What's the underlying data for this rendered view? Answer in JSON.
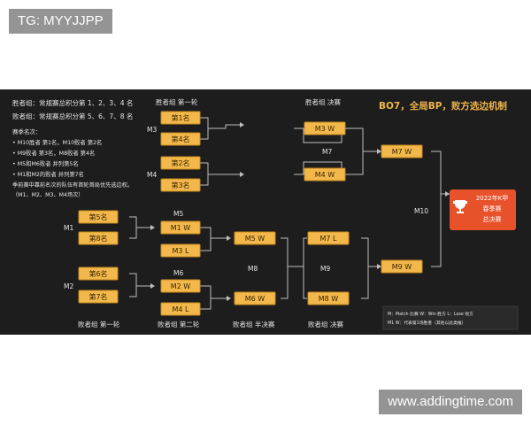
{
  "watermark_top": "TG: MYYJJPP",
  "watermark_bottom": "www.addingtime.com",
  "format_title": "BO7，全局BP，败方选边机制",
  "rules": {
    "winner_group": "胜者组：常规赛总积分第 1、2、3、4 名",
    "loser_group": "败者组：常规赛总积分第 5、6、7、8 名",
    "ranking_title": "赛季名次：",
    "ranking_items": [
      "• M10胜者 第1名，M10败者 第2名",
      "• M9败者 第3名，M8败者 第4名",
      "• M5和M6败者  并列第5名",
      "• M1和M2的败者  并列第7名"
    ],
    "note_line1": "季前赛中靠前名次的队伍有首轮首局优先选边权。",
    "note_line2": "（M1、M2、M3、M4场次）"
  },
  "headers": {
    "winners_r1": "胜者组 第一轮",
    "winners_final": "胜者组 决赛",
    "losers_r1": "败者组 第一轮",
    "losers_r2": "败者组 第二轮",
    "losers_semi": "败者组 半决赛",
    "losers_final": "败者组 决赛"
  },
  "match_labels": {
    "m1": "M1",
    "m2": "M2",
    "m3": "M3",
    "m4": "M4",
    "m5": "M5",
    "m6": "M6",
    "m7": "M7",
    "m8": "M8",
    "m9": "M9",
    "m10": "M10"
  },
  "boxes": {
    "seed1": "第1名",
    "seed4": "第4名",
    "seed2": "第2名",
    "seed3": "第3名",
    "m3w": "M3 W",
    "m4w": "M4 W",
    "m7w": "M7 W",
    "seed5": "第5名",
    "seed8": "第8名",
    "seed6": "第6名",
    "seed7": "第7名",
    "m1w": "M1 W",
    "m3l": "M3 L",
    "m2w": "M2 W",
    "m4l": "M4 L",
    "m5w": "M5 W",
    "m6w": "M6 W",
    "m7l": "M7 L",
    "m8w": "M8 W",
    "m9w": "M9 W"
  },
  "final": {
    "line1": "2022年K甲",
    "line2": "春季赛",
    "line3": "总决赛",
    "icon": "trophy-icon"
  },
  "legend": {
    "line1": "M：Match 比赛      W：Win 胜方      L：Lose 败方",
    "line2": "M1 W：代表第1场胜者（其他以此类推）"
  },
  "colors": {
    "panel_bg": "#1d1d1d",
    "box_fill": "#f2b84b",
    "box_border": "#c98a1e",
    "line": "#bfbfbf",
    "final_bg": "#e8522b",
    "accent_title": "#f0b54a"
  }
}
